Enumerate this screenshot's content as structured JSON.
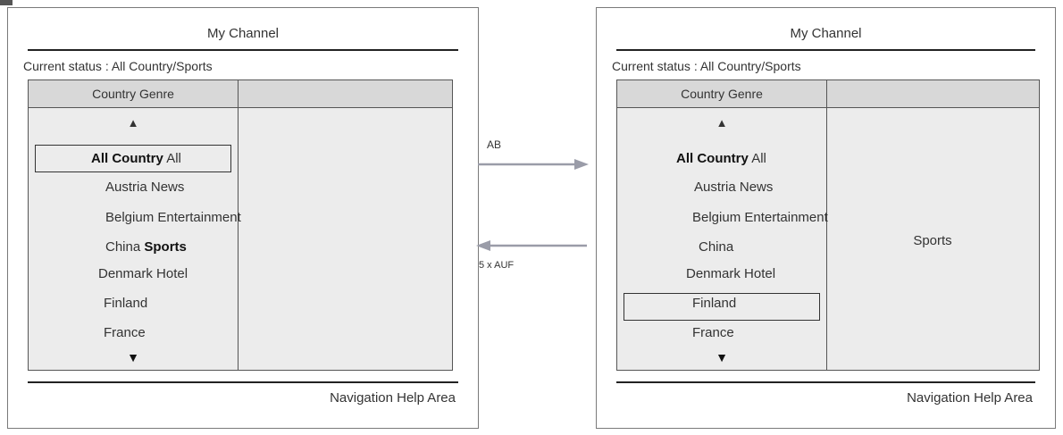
{
  "screens": [
    {
      "title": "My Channel",
      "status": "Current status : All Country/Sports",
      "header": "Country Genre",
      "up_arrow": "▲",
      "down_arrow": "▼",
      "items": [
        {
          "country": "All Country",
          "genre": "All"
        },
        {
          "country": "Austria",
          "genre": "News"
        },
        {
          "country": "Belgium",
          "genre": "Entertainment"
        },
        {
          "country": "China",
          "genre": "Sports"
        },
        {
          "country": "Denmark",
          "genre": "Hotel"
        },
        {
          "country": "Finland",
          "genre": ""
        },
        {
          "country": "France",
          "genre": ""
        }
      ],
      "help": "Navigation Help Area"
    },
    {
      "title": "My Channel",
      "status": "Current status : All Country/Sports",
      "header": "Country Genre",
      "up_arrow": "▲",
      "down_arrow": "▼",
      "items": [
        {
          "country": "All Country",
          "genre": "All"
        },
        {
          "country": "Austria",
          "genre": "News"
        },
        {
          "country": "Belgium",
          "genre": "Entertainment"
        },
        {
          "country": "China",
          "genre": ""
        },
        {
          "country": "Denmark",
          "genre": "Hotel"
        },
        {
          "country": "Finland",
          "genre": ""
        },
        {
          "country": "France",
          "genre": ""
        }
      ],
      "detail": "Sports",
      "help": "Navigation Help Area"
    }
  ],
  "flow": {
    "forward_label": "AB",
    "back_label": "5 x AUF",
    "arrow_color": "#9a9ca8"
  }
}
